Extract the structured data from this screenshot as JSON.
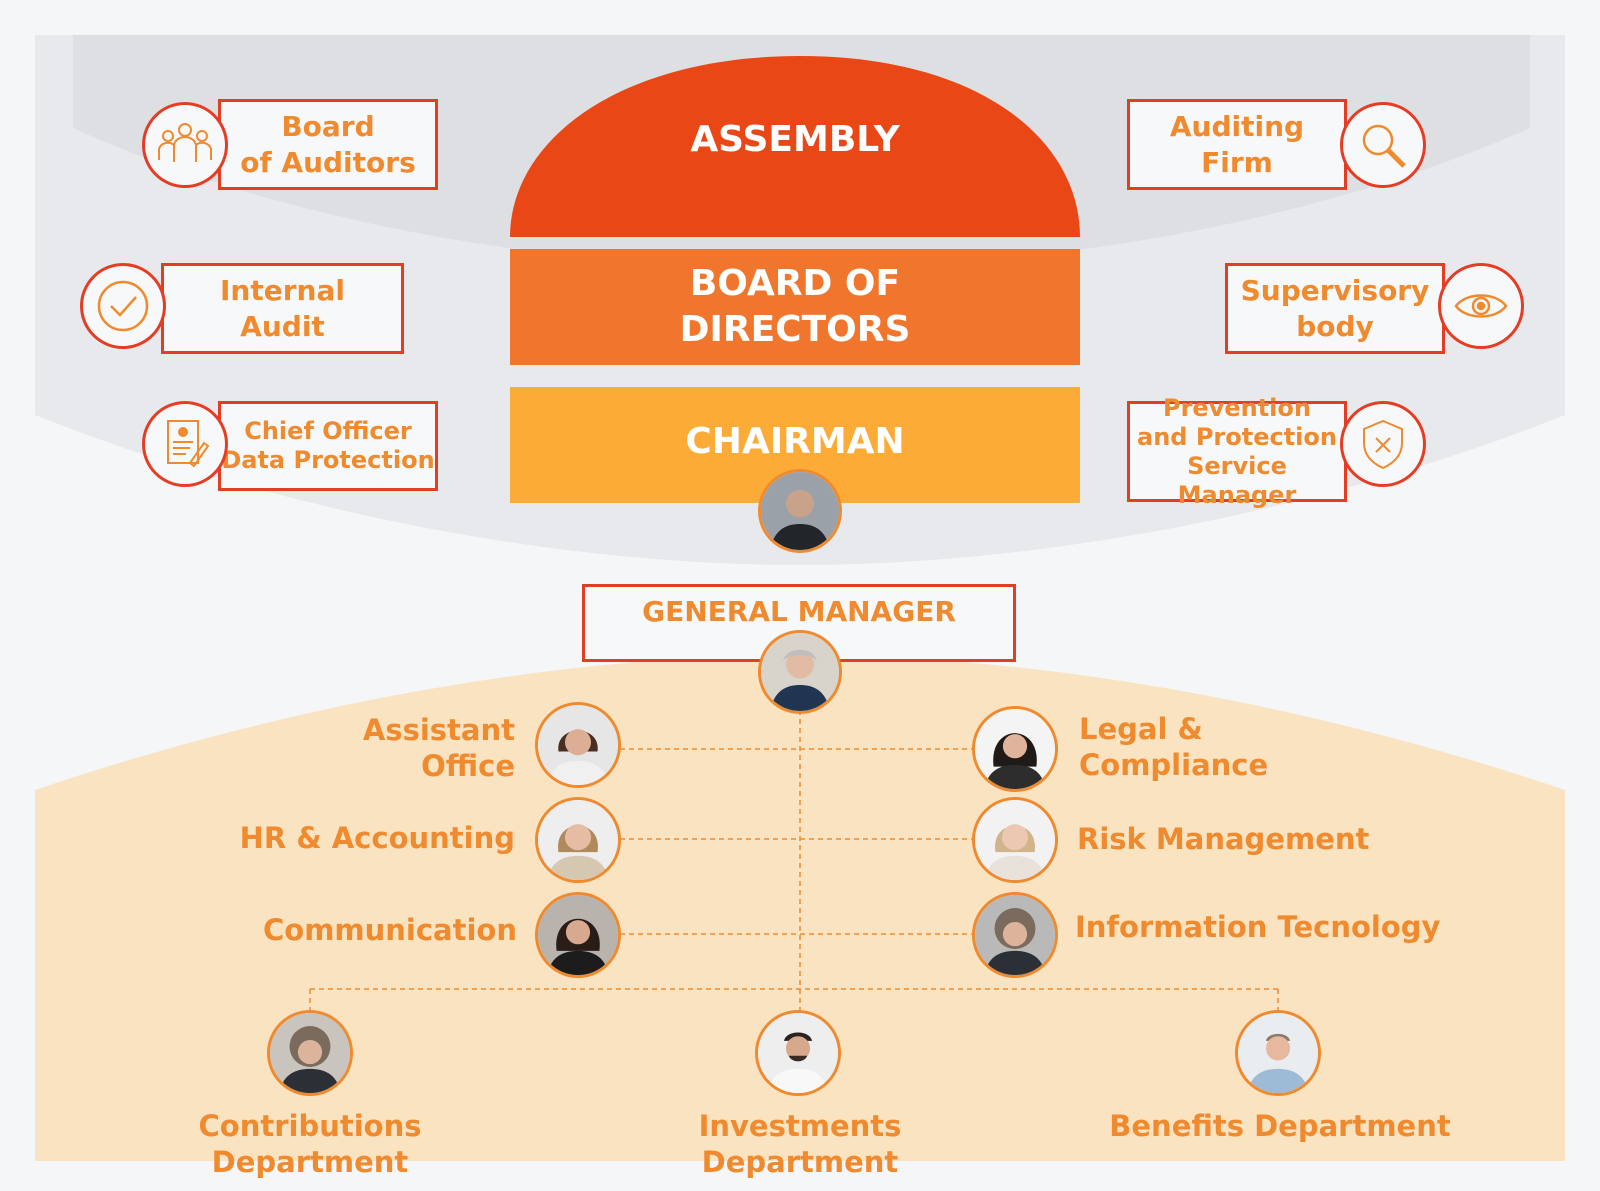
{
  "colors": {
    "assembly": "#e94716",
    "board": "#f0762d",
    "chairman": "#fcab36",
    "border_red": "#e53d24",
    "text_orange": "#f08a2e",
    "lower_band": "#fae3c1"
  },
  "governance": {
    "assembly": "ASSEMBLY",
    "board": "BOARD OF\nDIRECTORS",
    "chairman": "CHAIRMAN"
  },
  "control_bodies": {
    "board_of_auditors": "Board\nof Auditors",
    "internal_audit": "Internal\nAudit",
    "chief_officer_data_protection": "Chief Officer\nData Protection",
    "auditing_firm": "Auditing\nFirm",
    "supervisory_body": "Supervisory\nbody",
    "prevention_protection": "Prevention\nand Protection\nService Manager"
  },
  "general_manager": "GENERAL MANAGER",
  "staff_left": [
    "Assistant\nOffice",
    "HR & Accounting",
    "Communication"
  ],
  "staff_right": [
    "Legal &\nCompliance",
    "Risk Management",
    "Information Tecnology"
  ],
  "departments": [
    "Contributions Department",
    "Investments Department",
    "Benefits Department"
  ],
  "icons": {
    "board_of_auditors": "group-of-people-icon",
    "internal_audit": "checkmark-icon",
    "chief_officer_data_protection": "document-with-pen-icon",
    "auditing_firm": "magnifying-glass-icon",
    "supervisory_body": "eye-icon",
    "prevention_protection": "shield-with-x-icon"
  }
}
